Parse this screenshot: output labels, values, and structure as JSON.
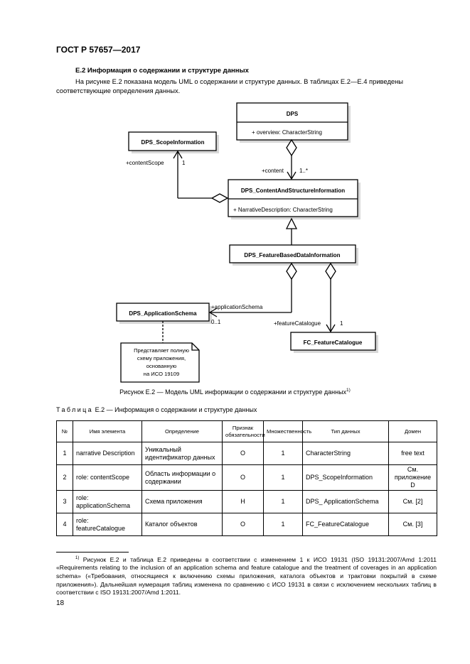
{
  "header": {
    "standard": "ГОСТ Р 57657—2017"
  },
  "section": {
    "title": "Е.2 Информация о содержании и структуре данных",
    "intro": "На рисунке Е.2 показана модель UML о содержании и структуре данных. В таблицах Е.2—Е.4 приведены соответствующие определения данных."
  },
  "diagram": {
    "dps": {
      "name": "DPS",
      "attr": "+ overview: CharacterString"
    },
    "scope": {
      "name": "DPS_ScopeInformation"
    },
    "content": {
      "name": "DPS_ContentAndStructureInformation",
      "attr": "+ NarrativeDescription: CharacterString"
    },
    "feature": {
      "name": "DPS_FeatureBasedDataInformation"
    },
    "appschema": {
      "name": "DPS_ApplicationSchema"
    },
    "catalogue": {
      "name": "FC_FeatureCatalogue"
    },
    "note": [
      "Представляет полную",
      "схему приложения,",
      "основанную",
      "на ИСО 19109"
    ],
    "roles": {
      "contentScope": "+contentScope",
      "contentScope_mult": "1",
      "content": "+content",
      "content_mult": "1..*",
      "applicationSchema": "+applicationSchema",
      "applicationSchema_mult": "0..1",
      "featureCatalogue": "+featureCatalogue",
      "featureCatalogue_mult": "1"
    }
  },
  "figure_caption": {
    "text": "Рисунок Е.2 — Модель UML информации о содержании и структуре данных",
    "sup": "1)"
  },
  "table_caption": {
    "label": "Таблица",
    "text": "Е.2 — Информация о содержании и структуре данных"
  },
  "table": {
    "headers": [
      "№",
      "Имя элемента",
      "Определение",
      "Признак обязательности",
      "Множественность",
      "Тип данных",
      "Домен"
    ],
    "rows": [
      [
        "1",
        "narrative Description",
        "Уникальный идентификатор данных",
        "О",
        "1",
        "CharacterString",
        "free text"
      ],
      [
        "2",
        "role: contentScope",
        "Область информации о содержании",
        "О",
        "1",
        "DPS_ScopeInformation",
        "См. приложение D"
      ],
      [
        "3",
        "role: applicationSchema",
        "Схема приложения",
        "Н",
        "1",
        "DPS_ ApplicationSchema",
        "См. [2]"
      ],
      [
        "4",
        "role: featureCatalogue",
        "Каталог объектов",
        "О",
        "1",
        "FC_FeatureCatalogue",
        "См. [3]"
      ]
    ]
  },
  "footnote": {
    "mark": "1)",
    "text": "Рисунок Е.2 и таблица Е.2 приведены в соответствии с изменением 1 к ИСО 19131 (ISO 19131:2007/Amd 1:2011 «Requirements relating to the inclusion of an application schema and feature catalogue and the treatment of coverages in an application schema» («Требования, относящиеся к включению схемы приложения, каталога объектов и трактовки покрытий в схеме приложения»). Дальнейшая нумерация таблиц изменена по сравнению с ИСО 19131 в связи с исключением нескольких таблиц в соответствии с ISO 19131:2007/Amd 1:2011."
  },
  "page_number": "18"
}
